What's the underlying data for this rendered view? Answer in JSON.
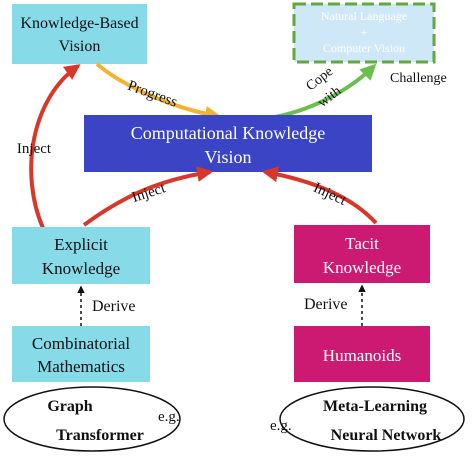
{
  "nodes": {
    "kbv": {
      "line1": "Knowledge-Based",
      "line2": "Vision"
    },
    "nlcv": {
      "line1": "Natural Language",
      "line2": "+",
      "line3": "Computer Vision"
    },
    "ckv": {
      "line1": "Computational Knowledge",
      "line2": "Vision"
    },
    "explicit": {
      "line1": "Explicit",
      "line2": "Knowledge"
    },
    "tacit": {
      "line1": "Tacit",
      "line2": "Knowledge"
    },
    "combinatorial": {
      "line1": "Combinatorial",
      "line2": "Mathematics"
    },
    "humanoids": {
      "line1": "Humanoids"
    },
    "graph_ellipse": {
      "line1": "Graph",
      "line2": "Transformer",
      "eg": "e.g."
    },
    "meta_ellipse": {
      "line1": "Meta-Learning",
      "line2": "Neural Network",
      "eg": "e.g."
    }
  },
  "labels": {
    "challenge": "Challenge",
    "progress": "Progress",
    "cope": "Cope",
    "with": "with",
    "inject_left": "Inject",
    "inject_center": "Inject",
    "inject_right": "Inject",
    "derive_left": "Derive",
    "derive_right": "Derive"
  },
  "colors": {
    "cyan_box": "#87dbe9",
    "blue_box": "#3a44c4",
    "magenta_box": "#cc1a72",
    "light_blue_box": "#cfe8f7",
    "green_dash": "#62a83e",
    "arrow_red": "#d8382a",
    "arrow_orange": "#f2b233",
    "arrow_green": "#6cbf4a"
  }
}
